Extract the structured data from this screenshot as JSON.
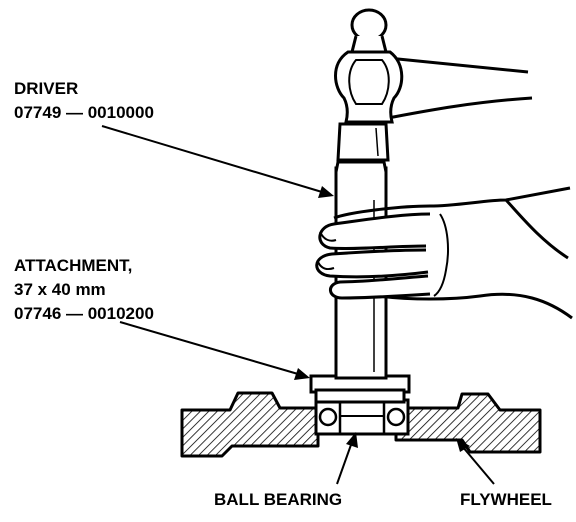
{
  "labels": {
    "driver_title": "DRIVER",
    "driver_part": "07749 — 0010000",
    "attachment_title": "ATTACHMENT,",
    "attachment_size": "37 x 40 mm",
    "attachment_part": "07746 — 0010200",
    "ball_bearing": "BALL BEARING",
    "flywheel": "FLYWHEEL"
  },
  "colors": {
    "ink": "#000000",
    "paper": "#ffffff"
  }
}
